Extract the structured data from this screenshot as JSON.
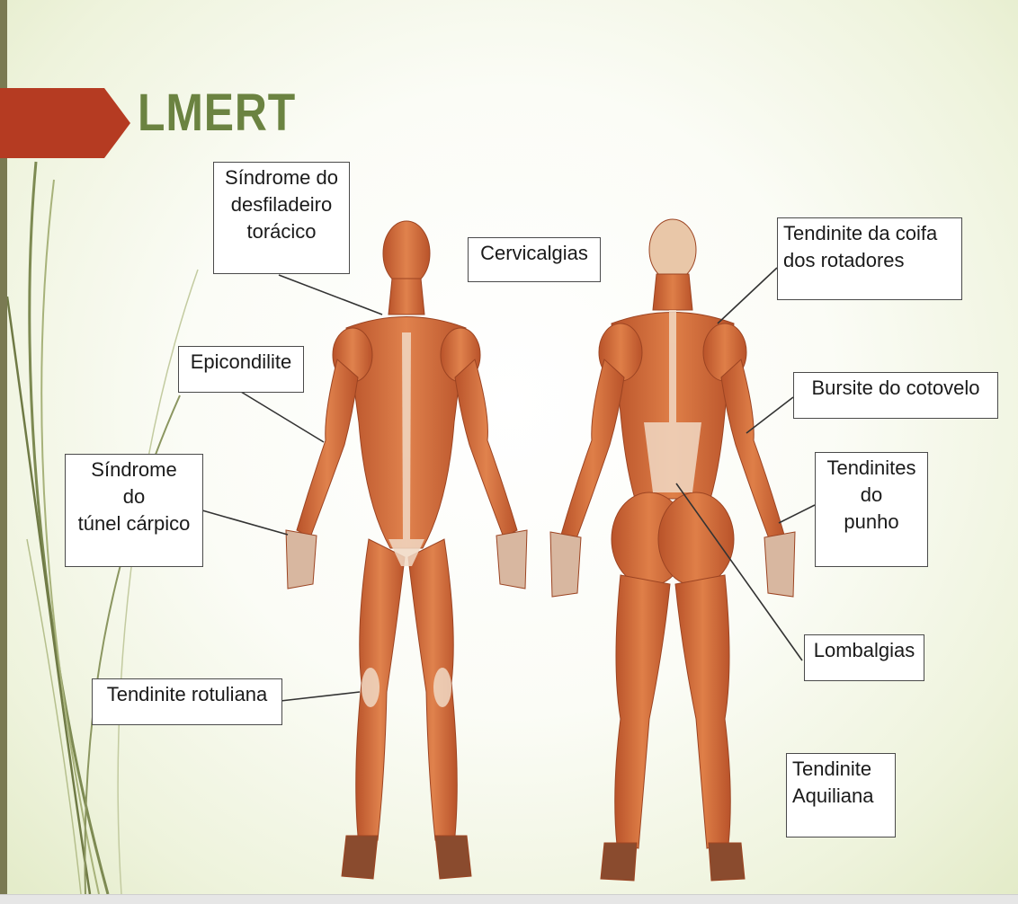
{
  "slide": {
    "title": "LMERT",
    "colors": {
      "banner": "#b53b22",
      "title": "#6b8341",
      "skin": "#d9733f",
      "background": "#eef3dc"
    }
  },
  "labels": {
    "toracico": "Síndrome do\ndesfiladeiro\ntorácico",
    "cervicalgias": "Cervicalgias",
    "coifa": "Tendinite da coifa\ndos rotadores",
    "epicondilite": "Epicondilite",
    "bursite": "Bursite do cotovelo",
    "tunel": "Síndrome\ndo\ntúnel cárpico",
    "punho": "Tendinites\ndo\npunho",
    "lombalgias": "Lombalgias",
    "rotuliana": "Tendinite rotuliana",
    "aquiliana": "Tendinite\nAquiliana"
  },
  "figures": {
    "front": "anatomy-front-view",
    "back": "anatomy-back-view"
  }
}
